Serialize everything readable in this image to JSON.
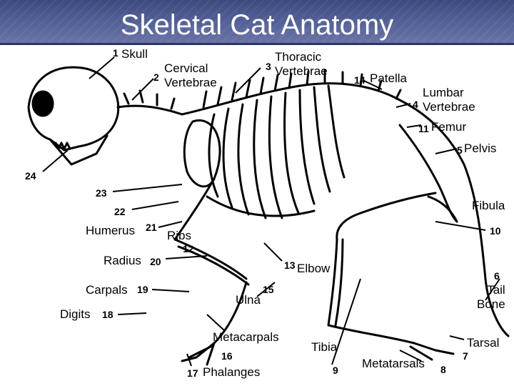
{
  "title": "Skeletal Cat Anatomy",
  "labels": [
    {
      "id": "skull",
      "num": "1",
      "text": "Skull"
    },
    {
      "id": "cervical",
      "num": "2",
      "text": "Cervical\nVertebrae"
    },
    {
      "id": "thoracic",
      "num": "3",
      "text": "Thoracic\nVertebrae"
    },
    {
      "id": "patella",
      "num": "14",
      "text": "Patella"
    },
    {
      "id": "lumbar",
      "num": "4",
      "text": "Lumbar\nVertebrae"
    },
    {
      "id": "femur",
      "num": "11",
      "text": "Femur"
    },
    {
      "id": "pelvis",
      "num": "5",
      "text": "Pelvis"
    },
    {
      "id": "fibula",
      "num": "",
      "text": "Fibula"
    },
    {
      "id": "n10",
      "num": "10",
      "text": ""
    },
    {
      "id": "n24",
      "num": "24",
      "text": ""
    },
    {
      "id": "n23",
      "num": "23",
      "text": ""
    },
    {
      "id": "n22",
      "num": "22",
      "text": ""
    },
    {
      "id": "humerus",
      "num": "21",
      "text": "Humerus"
    },
    {
      "id": "ribs",
      "num": "12",
      "text": "Ribs"
    },
    {
      "id": "radius",
      "num": "20",
      "text": "Radius"
    },
    {
      "id": "elbow",
      "num": "13",
      "text": "Elbow"
    },
    {
      "id": "carpals",
      "num": "19",
      "text": "Carpals"
    },
    {
      "id": "ulna",
      "num": "15",
      "text": "Ulna"
    },
    {
      "id": "tail",
      "num": "6",
      "text": "Tail\nBone"
    },
    {
      "id": "digits",
      "num": "18",
      "text": "Digits"
    },
    {
      "id": "metacarpals",
      "num": "16",
      "text": "Metacarpals"
    },
    {
      "id": "tibia",
      "num": "9",
      "text": "Tibia"
    },
    {
      "id": "tarsal",
      "num": "7",
      "text": "Tarsal"
    },
    {
      "id": "metatarsals",
      "num": "8",
      "text": "Metatarsals"
    },
    {
      "id": "phalanges",
      "num": "17",
      "text": "Phalanges"
    }
  ]
}
